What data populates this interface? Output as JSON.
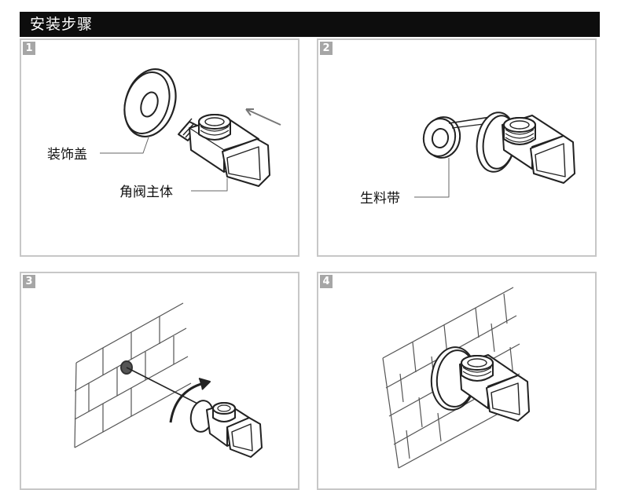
{
  "header": {
    "title": "安装步骤"
  },
  "steps": [
    {
      "number": "1",
      "labels": {
        "cover": "装饰盖",
        "valve_body": "角阀主体"
      }
    },
    {
      "number": "2",
      "labels": {
        "tape": "生料带"
      }
    },
    {
      "number": "3"
    },
    {
      "number": "4"
    }
  ]
}
